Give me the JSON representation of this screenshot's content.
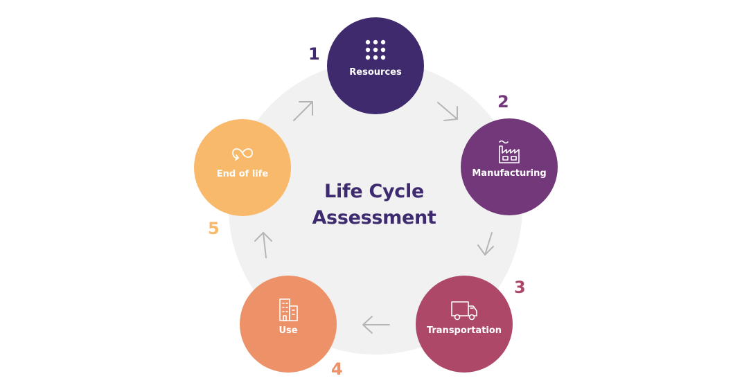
{
  "title_lines": [
    "Life Cycle",
    "Assessment"
  ],
  "colors": {
    "title": "#3e2a6f",
    "disc": "#f1f1f1",
    "arrow": "#b5b5b5"
  },
  "stages": [
    {
      "number": "1",
      "label": "Resources",
      "icon": "grid-dots-icon",
      "color": "#3f2a6e",
      "number_color": "#3f2a6e"
    },
    {
      "number": "2",
      "label": "Manufacturing",
      "icon": "factory-icon",
      "color": "#73387a",
      "number_color": "#73387a"
    },
    {
      "number": "3",
      "label": "Transportation",
      "icon": "truck-icon",
      "color": "#ad4868",
      "number_color": "#ad4868"
    },
    {
      "number": "4",
      "label": "Use",
      "icon": "buildings-icon",
      "color": "#ec9168",
      "number_color": "#ec9168"
    },
    {
      "number": "5",
      "label": "End of life",
      "icon": "infinity-icon",
      "color": "#f8b96b",
      "number_color": "#f8b96b"
    }
  ]
}
